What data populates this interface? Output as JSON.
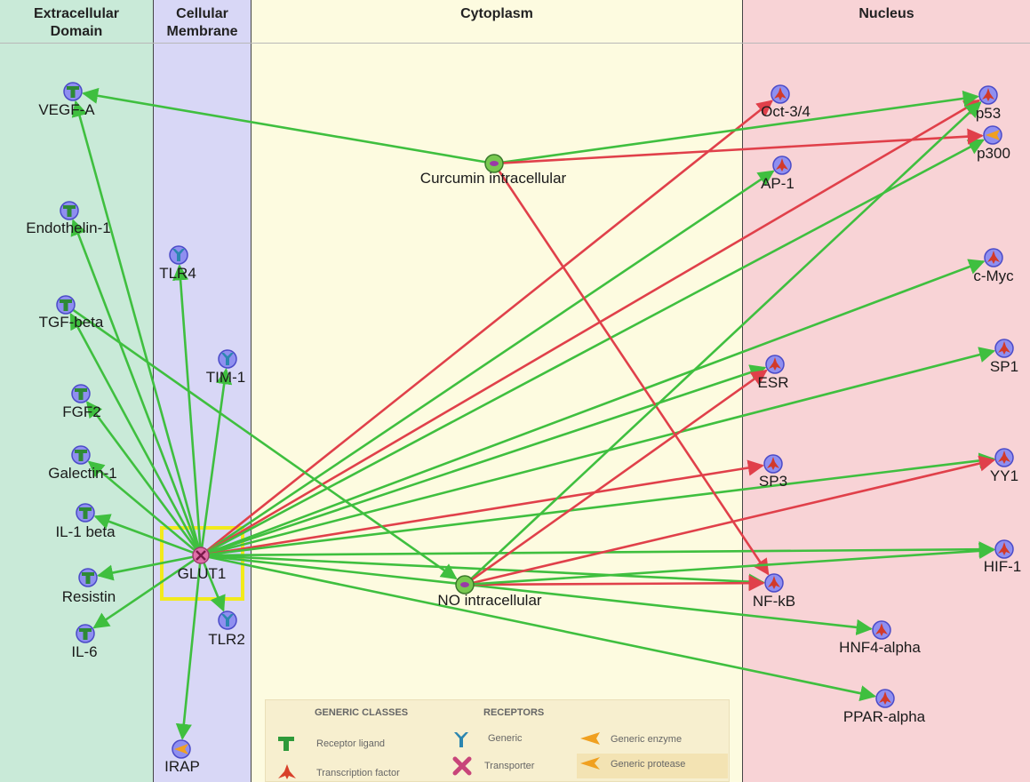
{
  "lanes": [
    {
      "key": "extra",
      "title_line1": "Extracellular",
      "title_line2": "Domain"
    },
    {
      "key": "membrane",
      "title_line1": "Cellular",
      "title_line2": "Membrane"
    },
    {
      "key": "cyto",
      "title_line1": "Cytoplasm",
      "title_line2": ""
    },
    {
      "key": "nucleus",
      "title_line1": "Nucleus",
      "title_line2": ""
    }
  ],
  "nodes": {
    "vegfa": {
      "label": "VEGF-A",
      "icon": "receptor-ligand-icon"
    },
    "endothelin1": {
      "label": "Endothelin-1",
      "icon": "receptor-ligand-icon"
    },
    "tgfbeta": {
      "label": "TGF-beta",
      "icon": "receptor-ligand-icon"
    },
    "fgf2": {
      "label": "FGF2",
      "icon": "receptor-ligand-icon"
    },
    "galectin1": {
      "label": "Galectin-1",
      "icon": "receptor-ligand-icon"
    },
    "il1beta": {
      "label": "IL-1 beta",
      "icon": "receptor-ligand-icon"
    },
    "resistin": {
      "label": "Resistin",
      "icon": "receptor-ligand-icon"
    },
    "il6": {
      "label": "IL-6",
      "icon": "receptor-ligand-icon"
    },
    "tlr4": {
      "label": "TLR4",
      "icon": "generic-receptor-icon"
    },
    "tim1": {
      "label": "TIM-1",
      "icon": "generic-receptor-icon"
    },
    "glut1": {
      "label": "GLUT1",
      "icon": "transporter-icon"
    },
    "tlr2": {
      "label": "TLR2",
      "icon": "generic-receptor-icon"
    },
    "irap": {
      "label": "IRAP",
      "icon": "generic-protease-icon"
    },
    "curcumin": {
      "label": "Curcumin intracellular",
      "icon": "compound-icon"
    },
    "no": {
      "label": "NO intracellular",
      "icon": "compound-icon"
    },
    "oct34": {
      "label": "Oct-3/4",
      "icon": "transcription-factor-icon"
    },
    "ap1": {
      "label": "AP-1",
      "icon": "transcription-factor-icon"
    },
    "esr": {
      "label": "ESR",
      "icon": "transcription-factor-icon"
    },
    "sp3": {
      "label": "SP3",
      "icon": "transcription-factor-icon"
    },
    "nfkb": {
      "label": "NF-kB",
      "icon": "transcription-factor-icon"
    },
    "hnf4alpha": {
      "label": "HNF4-alpha",
      "icon": "transcription-factor-icon"
    },
    "pparalpha": {
      "label": "PPAR-alpha",
      "icon": "transcription-factor-icon"
    },
    "p53": {
      "label": "p53",
      "icon": "transcription-factor-icon"
    },
    "p300": {
      "label": "p300",
      "icon": "generic-enzyme-icon"
    },
    "cmyc": {
      "label": "c-Myc",
      "icon": "transcription-factor-icon"
    },
    "sp1": {
      "label": "SP1",
      "icon": "transcription-factor-icon"
    },
    "yy1": {
      "label": "YY1",
      "icon": "transcription-factor-icon"
    },
    "hif1": {
      "label": "HIF-1",
      "icon": "transcription-factor-icon"
    }
  },
  "edges": [
    {
      "from": "glut1",
      "to": "vegfa",
      "effect": "activation"
    },
    {
      "from": "glut1",
      "to": "endothelin1",
      "effect": "activation"
    },
    {
      "from": "glut1",
      "to": "tgfbeta",
      "effect": "activation"
    },
    {
      "from": "glut1",
      "to": "fgf2",
      "effect": "activation"
    },
    {
      "from": "glut1",
      "to": "galectin1",
      "effect": "activation"
    },
    {
      "from": "glut1",
      "to": "il1beta",
      "effect": "activation"
    },
    {
      "from": "glut1",
      "to": "resistin",
      "effect": "activation"
    },
    {
      "from": "glut1",
      "to": "il6",
      "effect": "activation"
    },
    {
      "from": "glut1",
      "to": "tlr4",
      "effect": "activation"
    },
    {
      "from": "glut1",
      "to": "tim1",
      "effect": "activation"
    },
    {
      "from": "glut1",
      "to": "tlr2",
      "effect": "activation"
    },
    {
      "from": "glut1",
      "to": "irap",
      "effect": "activation"
    },
    {
      "from": "glut1",
      "to": "oct34",
      "effect": "inhibition"
    },
    {
      "from": "glut1",
      "to": "ap1",
      "effect": "activation"
    },
    {
      "from": "glut1",
      "to": "p53",
      "effect": "inhibition"
    },
    {
      "from": "glut1",
      "to": "p300",
      "effect": "activation"
    },
    {
      "from": "glut1",
      "to": "cmyc",
      "effect": "activation"
    },
    {
      "from": "glut1",
      "to": "esr",
      "effect": "activation"
    },
    {
      "from": "glut1",
      "to": "sp1",
      "effect": "activation"
    },
    {
      "from": "glut1",
      "to": "sp3",
      "effect": "inhibition"
    },
    {
      "from": "glut1",
      "to": "yy1",
      "effect": "activation"
    },
    {
      "from": "glut1",
      "to": "hif1",
      "effect": "activation"
    },
    {
      "from": "glut1",
      "to": "nfkb",
      "effect": "activation"
    },
    {
      "from": "glut1",
      "to": "hnf4alpha",
      "effect": "activation"
    },
    {
      "from": "glut1",
      "to": "pparalpha",
      "effect": "activation"
    },
    {
      "from": "tgfbeta",
      "to": "no",
      "effect": "activation"
    },
    {
      "from": "curcumin",
      "to": "vegfa",
      "effect": "activation"
    },
    {
      "from": "curcumin",
      "to": "p53",
      "effect": "activation"
    },
    {
      "from": "curcumin",
      "to": "p300",
      "effect": "inhibition"
    },
    {
      "from": "curcumin",
      "to": "nfkb",
      "effect": "inhibition"
    },
    {
      "from": "no",
      "to": "p53",
      "effect": "activation"
    },
    {
      "from": "no",
      "to": "esr",
      "effect": "inhibition"
    },
    {
      "from": "no",
      "to": "yy1",
      "effect": "inhibition"
    },
    {
      "from": "no",
      "to": "nfkb",
      "effect": "inhibition"
    },
    {
      "from": "no",
      "to": "hif1",
      "effect": "activation"
    }
  ],
  "highlight": {
    "node": "glut1",
    "color": "#f2ea1c"
  },
  "colors": {
    "activation": "#3fbf3f",
    "inhibition": "#e0404a"
  },
  "legend": {
    "generic_classes": "GENERIC CLASSES",
    "receptors": "RECEPTORS",
    "receptor_ligand": "Receptor ligand",
    "transcription_factor": "Transcription factor",
    "generic": "Generic",
    "transporter": "Transporter",
    "generic_enzyme": "Generic enzyme",
    "generic_protease": "Generic protease"
  }
}
